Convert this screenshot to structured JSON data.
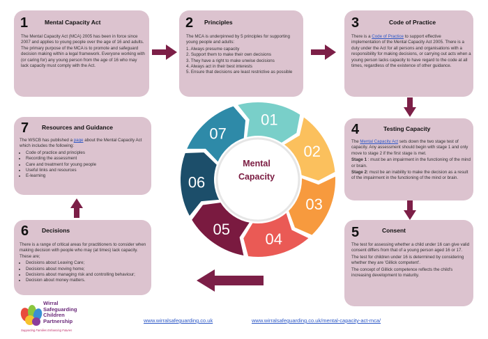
{
  "center": {
    "line1": "Mental",
    "line2": "Capacity"
  },
  "wheel_labels": [
    "01",
    "02",
    "03",
    "04",
    "05",
    "06",
    "07"
  ],
  "colors": {
    "card_bg": "#dcc3cf",
    "arrow": "#7c1f47",
    "seg01": "#79cfc9",
    "seg02": "#fbc05d",
    "seg03": "#f79a3e",
    "seg04": "#ea5a55",
    "seg05": "#7a1a40",
    "seg06": "#1c4e6a",
    "seg07": "#2e8aa8"
  },
  "card1": {
    "num": "1",
    "title": "Mental Capacity Act",
    "body": "The Mental Capacity Act (MCA) 2005 has been in force since 2007 and applies to young people over the age of 16 and adults. The primary purpose of the MCA is to promote and safeguard decision making within a legal framework. Everyone working with (or caring for) any young person from the age of 16 who may lack capacity must comply with the Act."
  },
  "card2": {
    "num": "2",
    "title": "Principles",
    "intro": "The MCA is underpinned by 5 principles for supporting young people and adults:",
    "items": [
      "1. Always presume capacity",
      "2. Support  them to make their own decisions",
      "3. They have a right to make unwise decisions",
      "4. Always act in their best interests",
      "5. Ensure that decisions are least restrictive as possible"
    ]
  },
  "card3": {
    "num": "3",
    "title": "Code of Practice",
    "pre": "There is a ",
    "link": "Code of Practice",
    "post": " to support effective implementation of the Mental Capacity Act 2005. There is a duty under the Act for all persons and organisations with a responsibility for making decisions, or carrying out acts when a young person lacks capacity to have regard to the code at all times, regardless of the existence of other guidance."
  },
  "card4": {
    "num": "4",
    "title": "Testing Capacity",
    "pre": "The ",
    "link": "Mental Capacity Act",
    "post": " sets down the two stage test of capacity. Any assessment should begin with stage 1 and only move to stage 2 if the first stage is met.",
    "stage1_label": "Stage 1",
    "stage1_text": " : must be an impairment in the functioning of the mind or brain.",
    "stage2_label": "Stage 2:",
    "stage2_text": " must be an inability to make the decision as a result of the impairment in the functioning of the mind or brain."
  },
  "card5": {
    "num": "5",
    "title": "Consent",
    "p1": "The test for assessing whether a child under 16 can give valid consent differs from that of a young person aged 16 or 17.",
    "p2": "The test for children under 16 is determined by considering whether they are 'Gillick competent'.",
    "p3": "The concept of Gillick competence reflects the child's increasing development to maturity."
  },
  "card6": {
    "num": "6",
    "title": "Decisions",
    "intro": "There is a range of critical areas for practitioners to consider when making decision with people who may (at times) lack capacity. These are;",
    "items": [
      "Decisions about Leaving Care;",
      "Decisions about moving home;",
      "Decisions about managing risk and controlling behaviour;",
      "Decision about money matters."
    ]
  },
  "card7": {
    "num": "7",
    "title": "Resources and Guidance",
    "pre": "The WSCB has published  a ",
    "link": "page",
    "post": " about the Mental Capacity Act which includes the following:",
    "items": [
      "Code of practice and principles",
      "Recording the assessment",
      "Care and treatment for young people",
      "Useful links and resources",
      "E-learning"
    ]
  },
  "footer": {
    "link1": "www.wirralsafeguarding.co.uk",
    "link2": "www.wirralsafeguarding.co.uk/mental-capacity-act-mca/",
    "logo_lines": [
      "Wirral",
      "Safeguarding",
      "Children",
      "Partnership"
    ],
    "logo_tagline": "Supporting Families Enhancing Futures"
  }
}
